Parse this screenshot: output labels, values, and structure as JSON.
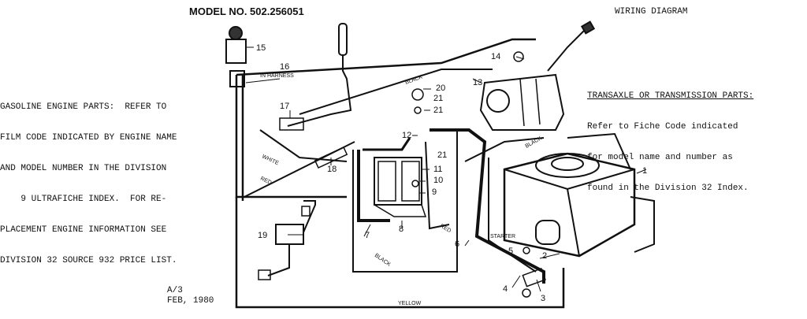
{
  "header": {
    "model": "MODEL NO. 502.256051",
    "title": "WIRING DIAGRAM"
  },
  "notes": {
    "engine": [
      "GASOLINE ENGINE PARTS:  REFER TO",
      "FILM CODE INDICATED BY ENGINE NAME",
      "AND MODEL NUMBER IN THE DIVISION",
      "    9 ULTRAFICHE INDEX.  FOR RE-",
      "PLACEMENT ENGINE INFORMATION SEE",
      "DIVISION 32 SOURCE 932 PRICE LIST."
    ],
    "transaxle": [
      "TRANSAXLE OR TRANSMISSION PARTS:",
      "Refer to Fiche Code indicated",
      "for model name and number as",
      "found in the Division 32 Index."
    ]
  },
  "footer": {
    "code": "A/3",
    "date": "FEB, 1980"
  },
  "wires": {
    "black": "BLACK",
    "white": "WHITE",
    "red": "RED",
    "yellow": "YELLOW"
  },
  "labels": {
    "in_harness": "IN HARNESS",
    "starter": "STARTER"
  },
  "callouts": [
    "1",
    "2",
    "3",
    "4",
    "5",
    "6",
    "7",
    "8",
    "9",
    "10",
    "11",
    "12",
    "13",
    "14",
    "15",
    "16",
    "17",
    "18",
    "19",
    "20",
    "21",
    "21",
    "21"
  ]
}
